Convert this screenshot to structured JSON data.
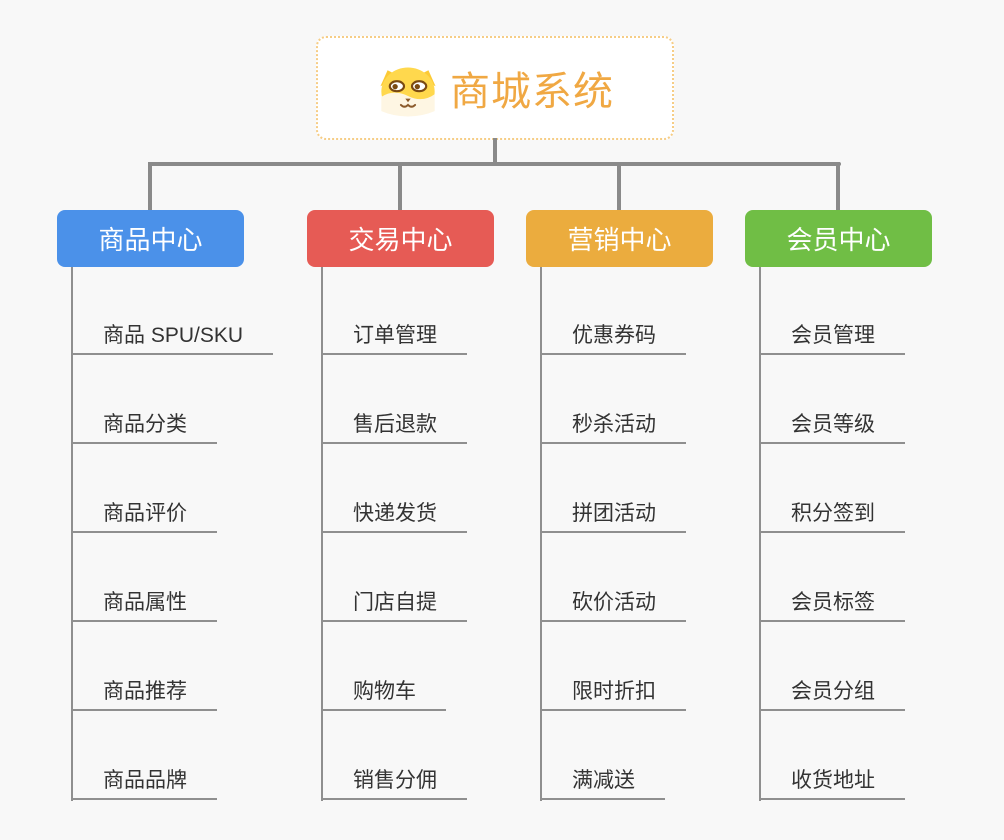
{
  "root": {
    "title": "商城系统",
    "icon": "dog-face-icon"
  },
  "branches": [
    {
      "label": "商品中心",
      "color": "#4b91e9",
      "items": [
        "商品 SPU/SKU",
        "商品分类",
        "商品评价",
        "商品属性",
        "商品推荐",
        "商品品牌"
      ]
    },
    {
      "label": "交易中心",
      "color": "#e65b55",
      "items": [
        "订单管理",
        "售后退款",
        "快递发货",
        "门店自提",
        "购物车",
        "销售分佣"
      ]
    },
    {
      "label": "营销中心",
      "color": "#ebac3e",
      "items": [
        "优惠券码",
        "秒杀活动",
        "拼团活动",
        "砍价活动",
        "限时折扣",
        "满减送"
      ]
    },
    {
      "label": "会员中心",
      "color": "#70be45",
      "items": [
        "会员管理",
        "会员等级",
        "积分签到",
        "会员标签",
        "会员分组",
        "收货地址"
      ]
    }
  ],
  "colors": {
    "background": "#f8f8f8",
    "connector": "#8a8a8a",
    "leaf_underline": "#8f8f8f",
    "leaf_text": "#333333",
    "root_text": "#f0a843",
    "root_border": "#f6cd86"
  }
}
